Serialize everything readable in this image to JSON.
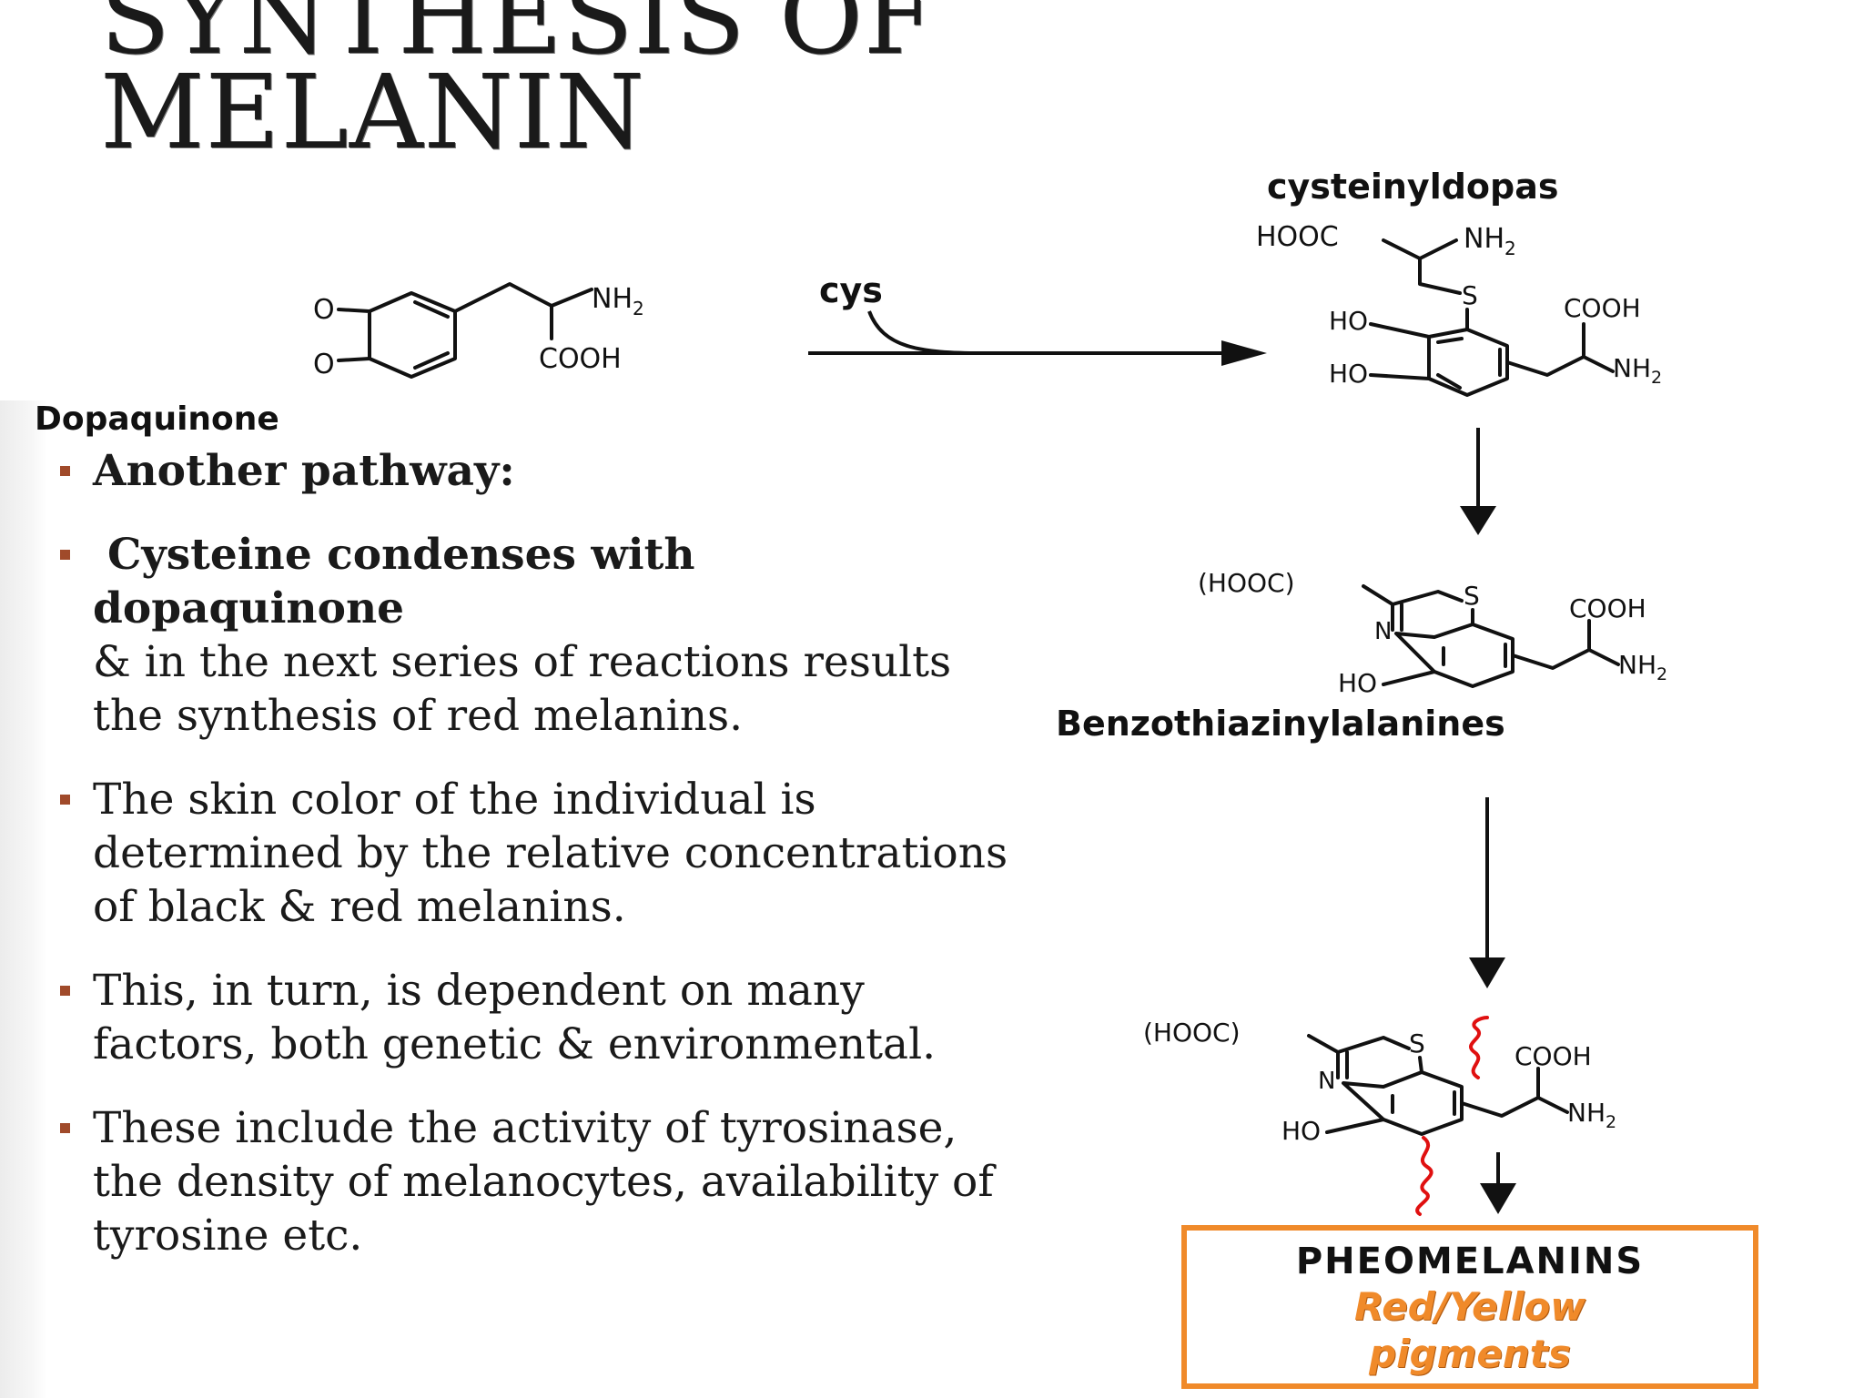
{
  "slide": {
    "title_line1": "SYNTHESIS OF",
    "title_line2": "MELANIN"
  },
  "bullets": [
    {
      "bold": "Another pathway:",
      "text": ""
    },
    {
      "bold": "Cysteine condenses with dopaquinone",
      "text": "& in the next series of reactions results the synthesis of red melanins."
    },
    {
      "bold": "",
      "text": "The skin color of the individual is determined by the relative concentrations of black & red melanins."
    },
    {
      "bold": "",
      "text": "This, in turn, is dependent on many factors, both genetic & environmental."
    },
    {
      "bold": "",
      "text": "These include the activity of tyrosinase, the density of melanocytes, availability of tyrosine etc."
    }
  ],
  "diagram": {
    "dopaquinone_label": "Dopaquinone",
    "cys_label": "cys",
    "cysteinyldopas_label": "cysteinyldopas",
    "benzothiazinylalanines_label": "Benzothiazinylalanines",
    "atoms": {
      "o": "O",
      "nh2": "NH",
      "sub2": "2",
      "cooh": "COOH",
      "hooc": "HOOC",
      "hooc_paren": "(HOOC)",
      "ho": "HO",
      "s": "S",
      "n": "N"
    },
    "pheomelanins": {
      "title": "PHEOMELANINS",
      "sub1": "Red/Yellow",
      "sub2": "pigments",
      "border_color": "#f08a2a"
    },
    "wavy_color": "#e01010"
  }
}
